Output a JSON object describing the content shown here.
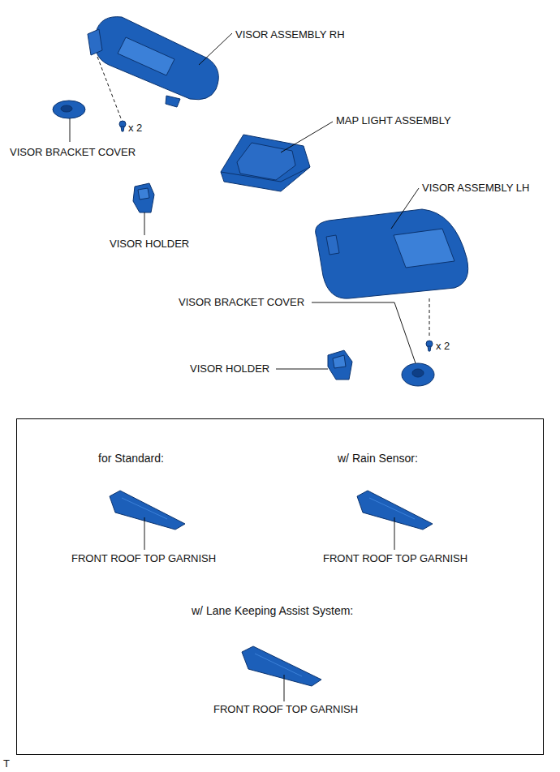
{
  "diagram": {
    "nodes": [
      {
        "text": [
          "for Standard:",
          "FRONT ROOF TOP GARNISH",
          "w/ Rain Sensor:",
          "FRONT ROOF TOP GARNISH",
          "w/ Lane Keeping Assist System:",
          "FRONT ROOF TOP GARNISH"
        ]
      }
    ],
    "labels": [
      "VISOR ASSEMBLY RH",
      "x 2",
      "VISOR BRACKET COVER",
      "MAP LIGHT ASSEMBLY",
      "VISOR HOLDER",
      "VISOR ASSEMBLY LH",
      "VISOR BRACKET COVER",
      "x 2",
      "VISOR HOLDER",
      "T"
    ]
  }
}
